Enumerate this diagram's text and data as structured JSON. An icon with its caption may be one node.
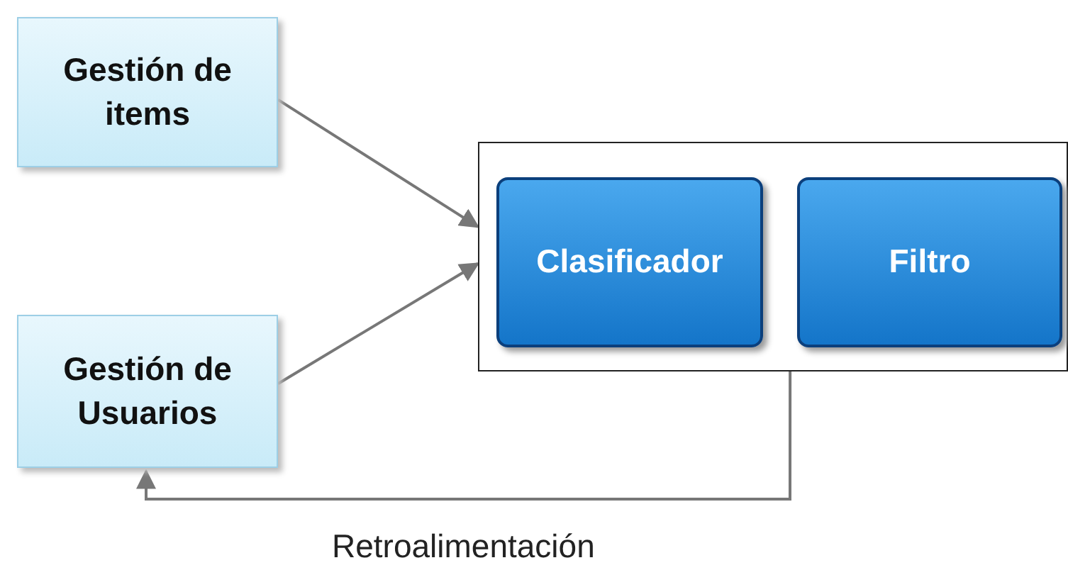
{
  "diagram": {
    "nodes": [
      {
        "text": [
          "Gestión de items"
        ]
      },
      {
        "text": [
          "Gestión de Usuarios"
        ]
      },
      {
        "text": [],
        "shape": "box"
      },
      {
        "text": [
          "Clasificador"
        ],
        "in": 2
      },
      {
        "text": [
          "Filtro"
        ],
        "in": 2
      }
    ],
    "edges": [
      {
        "from": 0,
        "to": 2,
        "arrow": "to"
      },
      {
        "from": 1,
        "to": 2,
        "arrow": "to"
      },
      {
        "from": 2,
        "to": 1,
        "arrow": "to",
        "label": "Retroalimentación"
      }
    ]
  }
}
